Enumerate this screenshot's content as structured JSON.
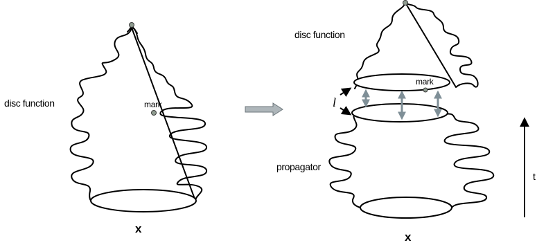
{
  "left_figure": {
    "label_disc_function": "disc function",
    "label_mark": "mark",
    "label_x": "x"
  },
  "right_figure": {
    "label_disc_function": "disc function",
    "label_mark": "mark",
    "label_l": "l",
    "label_propagator": "propagator",
    "label_x": "x"
  },
  "time_axis": {
    "label": "t"
  },
  "colors": {
    "line": "#000000",
    "gray_arrow": "#7f8f97",
    "mark_dot": "#8f9c90"
  }
}
